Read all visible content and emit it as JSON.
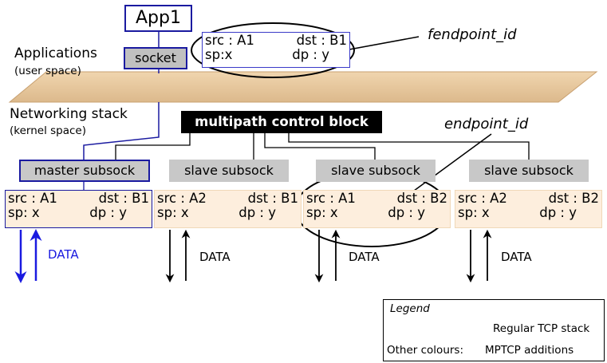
{
  "app": {
    "name": "App1",
    "socket_label": "socket"
  },
  "app_addr": {
    "src": "src : A1",
    "dst": "dst : B1",
    "sp": "sp:x",
    "dp": "dp : y"
  },
  "layers": {
    "applications": "Applications",
    "user_space": "(user space)",
    "networking_stack": "Networking stack",
    "kernel_space": "(kernel space)"
  },
  "annotations": {
    "fendpoint": "fendpoint_id",
    "endpoint": "endpoint_id"
  },
  "control_block": "multipath control block",
  "subsockets": [
    {
      "label": "master subsock",
      "src": "src : A1",
      "dst": "dst : B1",
      "sp": "sp: x",
      "dp": "dp : y",
      "data": "DATA"
    },
    {
      "label": "slave subsock",
      "src": "src : A2",
      "dst": "dst : B1",
      "sp": "sp: x",
      "dp": "dp : y",
      "data": "DATA"
    },
    {
      "label": "slave subsock",
      "src": "src : A1",
      "dst": "dst : B2",
      "sp": "sp: x",
      "dp": "dp : y",
      "data": "DATA"
    },
    {
      "label": "slave subsock",
      "src": "src : A2",
      "dst": "dst : B2",
      "sp": "sp: x",
      "dp": "dp : y",
      "data": "DATA"
    }
  ],
  "legend": {
    "title": "Legend",
    "regular": "Regular TCP stack",
    "other_prefix": "Other colours:",
    "other": "MPTCP additions"
  },
  "colors": {
    "tcp_blue": "#1a1ae0",
    "tan_plane": "#e9c9a0",
    "subsock_fill": "#fdeedd"
  }
}
